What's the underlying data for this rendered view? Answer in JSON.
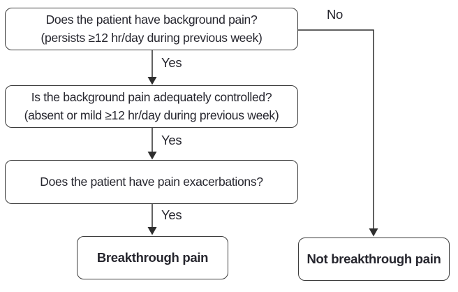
{
  "nodes": {
    "q1": {
      "line1": "Does the patient have background pain?",
      "line2": "(persists ≥12 hr/day during previous week)"
    },
    "q2": {
      "line1": "Is the background pain adequately controlled?",
      "line2": "(absent or mild ≥12 hr/day during previous week)"
    },
    "q3": {
      "line1": "Does the patient have pain exacerbations?"
    },
    "outcome_breakthrough": {
      "label": "Breakthrough pain"
    },
    "outcome_not_breakthrough": {
      "label": "Not breakthrough pain"
    }
  },
  "edges": {
    "yes1": {
      "label": "Yes"
    },
    "yes2": {
      "label": "Yes"
    },
    "yes3": {
      "label": "Yes"
    },
    "no": {
      "label": "No"
    }
  },
  "colors": {
    "box_border": "#3d3d3d",
    "text": "#26262e",
    "line": "#2e2e2e",
    "background": "#ffffff"
  }
}
